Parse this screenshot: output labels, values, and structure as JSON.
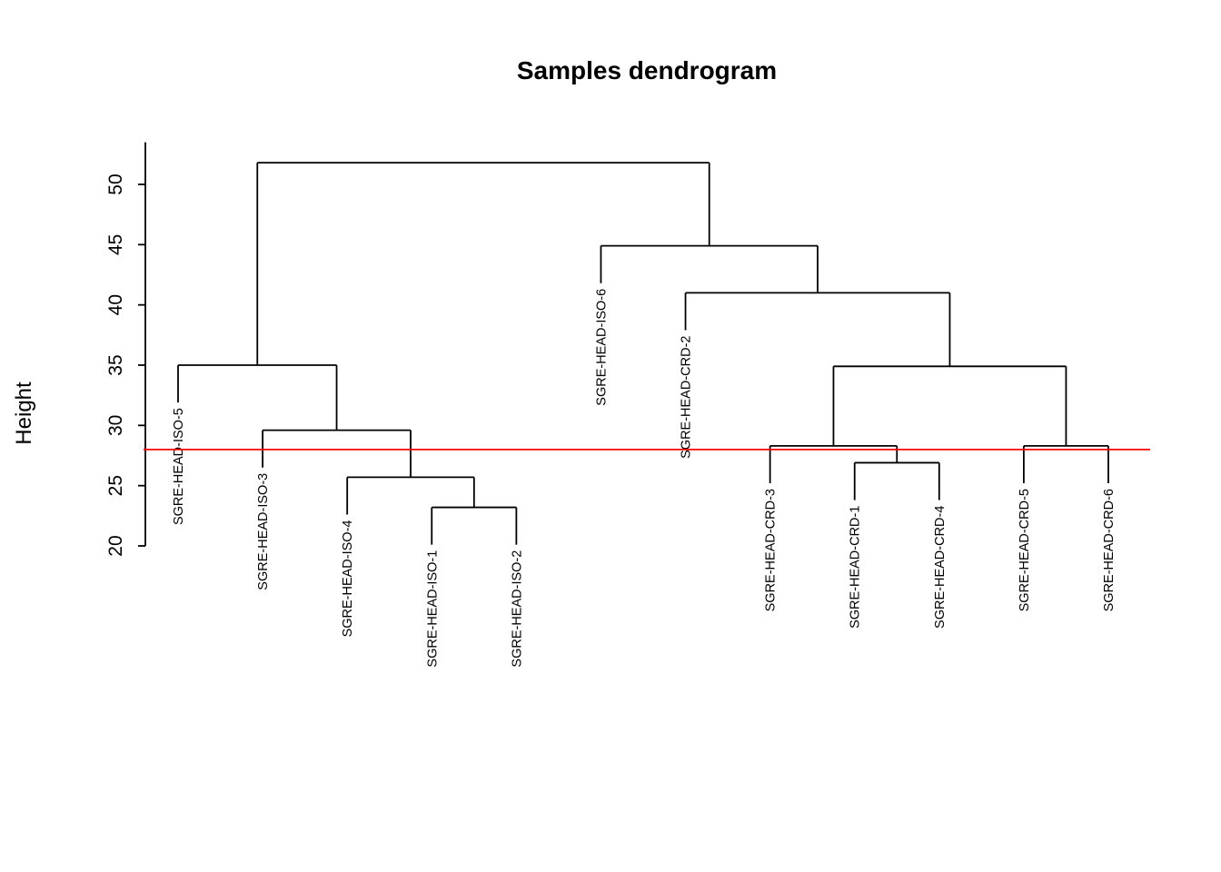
{
  "chart_data": {
    "type": "dendrogram",
    "title": "Samples dendrogram",
    "ylabel": "Height",
    "yticks": [
      20,
      25,
      30,
      35,
      40,
      45,
      50
    ],
    "ylim": [
      20,
      53.5
    ],
    "line_color": "#000000",
    "leaf_hang": 3.1,
    "cut_line": {
      "height": 28,
      "color": "#ff0000"
    },
    "leaf_order": [
      "SGRE-HEAD-ISO-5",
      "SGRE-HEAD-ISO-3",
      "SGRE-HEAD-ISO-4",
      "SGRE-HEAD-ISO-1",
      "SGRE-HEAD-ISO-2",
      "SGRE-HEAD-ISO-6",
      "SGRE-HEAD-CRD-2",
      "SGRE-HEAD-CRD-3",
      "SGRE-HEAD-CRD-1",
      "SGRE-HEAD-CRD-4",
      "SGRE-HEAD-CRD-5",
      "SGRE-HEAD-CRD-6"
    ],
    "tree": {
      "height": 51.8,
      "children": [
        {
          "height": 35.0,
          "children": [
            {
              "leaf": "SGRE-HEAD-ISO-5"
            },
            {
              "height": 29.6,
              "children": [
                {
                  "leaf": "SGRE-HEAD-ISO-3"
                },
                {
                  "height": 25.7,
                  "children": [
                    {
                      "leaf": "SGRE-HEAD-ISO-4"
                    },
                    {
                      "height": 23.2,
                      "children": [
                        {
                          "leaf": "SGRE-HEAD-ISO-1"
                        },
                        {
                          "leaf": "SGRE-HEAD-ISO-2"
                        }
                      ]
                    }
                  ]
                }
              ]
            }
          ]
        },
        {
          "height": 44.9,
          "children": [
            {
              "leaf": "SGRE-HEAD-ISO-6"
            },
            {
              "height": 41.0,
              "children": [
                {
                  "leaf": "SGRE-HEAD-CRD-2"
                },
                {
                  "height": 34.9,
                  "children": [
                    {
                      "height": 28.3,
                      "children": [
                        {
                          "leaf": "SGRE-HEAD-CRD-3"
                        },
                        {
                          "height": 26.9,
                          "children": [
                            {
                              "leaf": "SGRE-HEAD-CRD-1"
                            },
                            {
                              "leaf": "SGRE-HEAD-CRD-4"
                            }
                          ]
                        }
                      ]
                    },
                    {
                      "height": 28.3,
                      "children": [
                        {
                          "leaf": "SGRE-HEAD-CRD-5"
                        },
                        {
                          "leaf": "SGRE-HEAD-CRD-6"
                        }
                      ]
                    }
                  ]
                }
              ]
            }
          ]
        }
      ]
    }
  }
}
